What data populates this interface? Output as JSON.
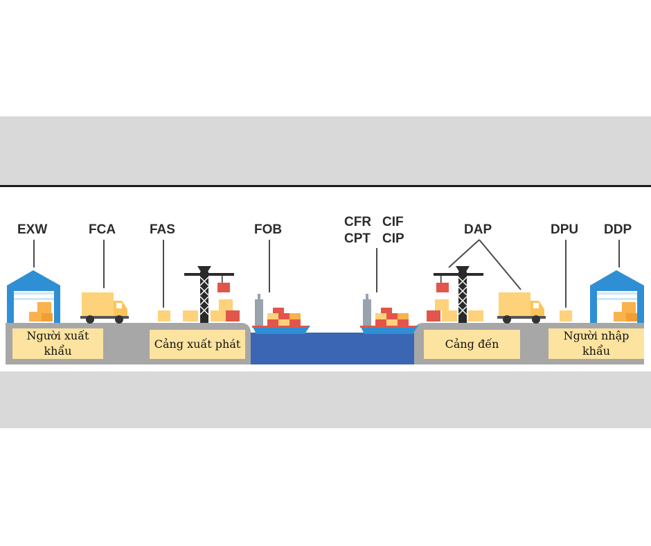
{
  "incoterms": {
    "exw": "EXW",
    "fca": "FCA",
    "fas": "FAS",
    "fob": "FOB",
    "cfr": "CFR",
    "cif": "CIF",
    "cpt": "CPT",
    "cip": "CIP",
    "dap": "DAP",
    "dpu": "DPU",
    "ddp": "DDP"
  },
  "locations": {
    "exporter": "Người xuất khẩu",
    "departure_port": "Cảng xuất phát",
    "arrival_port": "Cảng đến",
    "importer": "Người nhập khẩu"
  },
  "icons": [
    "warehouse-icon",
    "truck-icon",
    "package-icon",
    "crane-icon",
    "container-ship-icon",
    "sea"
  ],
  "colors": {
    "background_band": "#d9d9d9",
    "ground": "#a7a7a7",
    "sea": "#3a66b4",
    "warehouse": "#2f8fd4",
    "label_box": "#fde3a0",
    "truck": "#fdd27a",
    "container_red": "#e2554a"
  }
}
